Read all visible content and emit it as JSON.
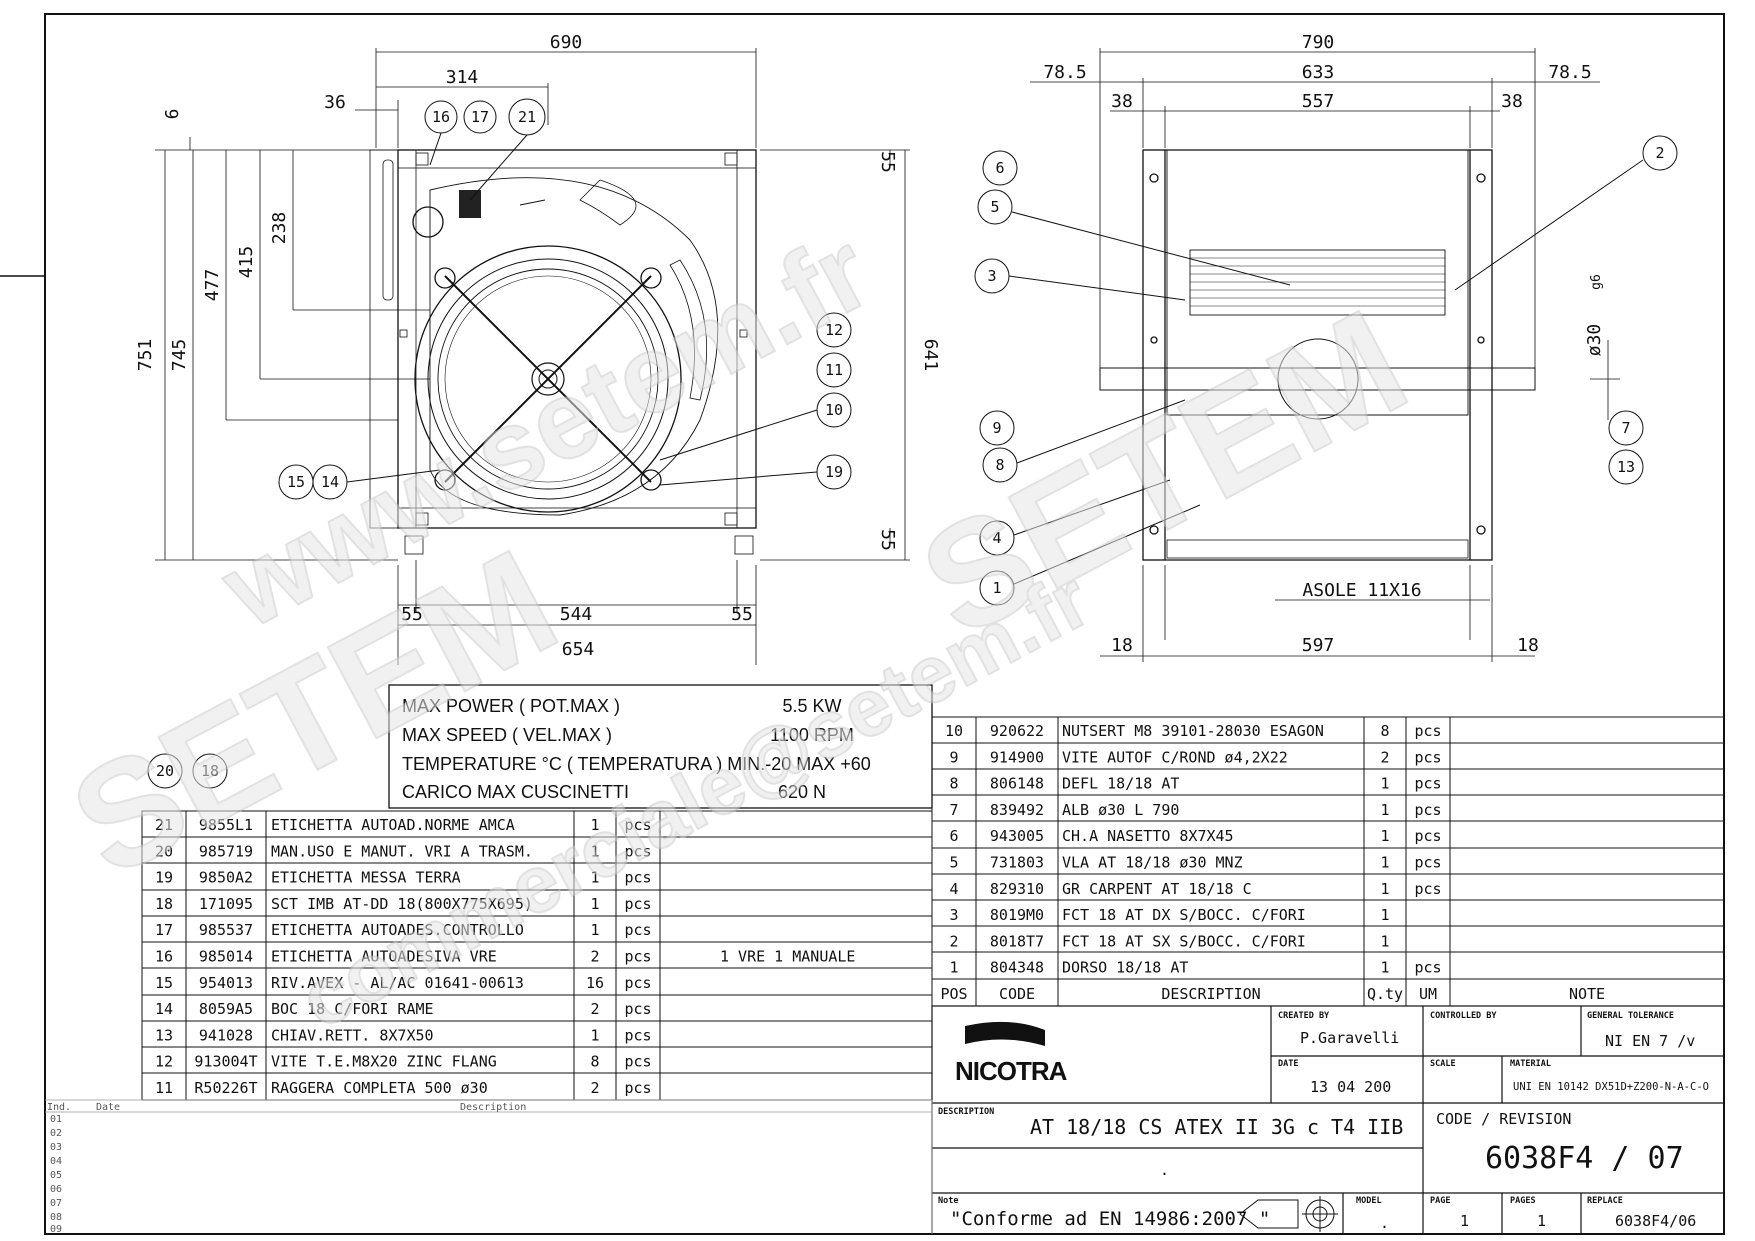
{
  "drawing": {
    "front_dims": {
      "width": "690",
      "half": "314",
      "offset": "36",
      "top": "6",
      "h_total": "751",
      "h_inner": "745",
      "h_477": "477",
      "h_415": "415",
      "h_238": "238",
      "frame_h": "641",
      "flange_top": "55",
      "flange_bottom": "55",
      "base_left": "55",
      "base_mid": "544",
      "base_right": "55",
      "base_total": "654"
    },
    "side_dims": {
      "width": "790",
      "left_off": "78.5",
      "mid": "633",
      "right_off": "78.5",
      "left_38": "38",
      "inner": "557",
      "right_38": "38",
      "bot_left": "18",
      "bot_mid": "597",
      "bot_right": "18",
      "shaft": "ø30",
      "tolerance": "g6",
      "asole": "ASOLE 11X16"
    },
    "balloons_front": [
      "16",
      "17",
      "21",
      "12",
      "11",
      "10",
      "19",
      "15",
      "14",
      "20",
      "18"
    ],
    "balloons_side": [
      "6",
      "5",
      "3",
      "9",
      "8",
      "4",
      "1",
      "2",
      "7",
      "13"
    ]
  },
  "specs": [
    {
      "label": "MAX POWER   ( POT.MAX )",
      "value": "5.5 KW"
    },
    {
      "label": "MAX SPEED     ( VEL.MAX )",
      "value": "1100 RPM"
    },
    {
      "label": "TEMPERATURE °C ( TEMPERATURA ) MIN.-20 MAX +60",
      "value": ""
    },
    {
      "label": "CARICO MAX CUSCINETTI",
      "value": "620 N"
    }
  ],
  "left_bom": [
    {
      "pos": "21",
      "code": "9855L1",
      "desc": "ETICHETTA AUTOAD.NORME AMCA",
      "qty": "1",
      "um": "pcs",
      "note": ""
    },
    {
      "pos": "20",
      "code": "985719",
      "desc": "MAN.USO E MANUT. VRI A TRASM.",
      "qty": "1",
      "um": "pcs",
      "note": ""
    },
    {
      "pos": "19",
      "code": "9850A2",
      "desc": "ETICHETTA MESSA TERRA",
      "qty": "1",
      "um": "pcs",
      "note": ""
    },
    {
      "pos": "18",
      "code": "171095",
      "desc": "SCT IMB AT-DD 18(800X775X695)",
      "qty": "1",
      "um": "pcs",
      "note": ""
    },
    {
      "pos": "17",
      "code": "985537",
      "desc": "ETICHETTA AUTOADES.CONTROLLO",
      "qty": "1",
      "um": "pcs",
      "note": ""
    },
    {
      "pos": "16",
      "code": "985014",
      "desc": "ETICHETTA AUTOADESIVA VRE",
      "qty": "2",
      "um": "pcs",
      "note": "1 VRE   1 MANUALE"
    },
    {
      "pos": "15",
      "code": "954013",
      "desc": "RIV.AVEX - AL/AC 01641-00613",
      "qty": "16",
      "um": "pcs",
      "note": ""
    },
    {
      "pos": "14",
      "code": "8059A5",
      "desc": "BOC 18 C/FORI RAME",
      "qty": "2",
      "um": "pcs",
      "note": ""
    },
    {
      "pos": "13",
      "code": "941028",
      "desc": "CHIAV.RETT. 8X7X50",
      "qty": "1",
      "um": "pcs",
      "note": ""
    },
    {
      "pos": "12",
      "code": "913004T",
      "desc": "VITE T.E.M8X20 ZINC FLANG",
      "qty": "8",
      "um": "pcs",
      "note": ""
    },
    {
      "pos": "11",
      "code": "R50226T",
      "desc": "RAGGERA COMPLETA 500 ø30",
      "qty": "2",
      "um": "pcs",
      "note": ""
    }
  ],
  "right_bom": [
    {
      "pos": "10",
      "code": "920622",
      "desc": "NUTSERT M8 39101-28030 ESAGON",
      "qty": "8",
      "um": "pcs",
      "note": ""
    },
    {
      "pos": "9",
      "code": "914900",
      "desc": "VITE AUTOF C/ROND ø4,2X22",
      "qty": "2",
      "um": "pcs",
      "note": ""
    },
    {
      "pos": "8",
      "code": "806148",
      "desc": "DEFL 18/18 AT",
      "qty": "1",
      "um": "pcs",
      "note": ""
    },
    {
      "pos": "7",
      "code": "839492",
      "desc": "ALB ø30 L 790",
      "qty": "1",
      "um": "pcs",
      "note": ""
    },
    {
      "pos": "6",
      "code": "943005",
      "desc": "CH.A NASETTO  8X7X45",
      "qty": "1",
      "um": "pcs",
      "note": ""
    },
    {
      "pos": "5",
      "code": "731803",
      "desc": "VLA AT 18/18 ø30 MNZ",
      "qty": "1",
      "um": "pcs",
      "note": ""
    },
    {
      "pos": "4",
      "code": "829310",
      "desc": "GR CARPENT AT 18/18 C",
      "qty": "1",
      "um": "pcs",
      "note": ""
    },
    {
      "pos": "3",
      "code": "8019M0",
      "desc": "FCT 18 AT DX S/BOCC. C/FORI",
      "qty": "1",
      "um": "",
      "note": ""
    },
    {
      "pos": "2",
      "code": "8018T7",
      "desc": "FCT 18 AT SX S/BOCC. C/FORI",
      "qty": "1",
      "um": "",
      "note": ""
    },
    {
      "pos": "1",
      "code": "804348",
      "desc": "DORSO 18/18 AT",
      "qty": "1",
      "um": "pcs",
      "note": ""
    }
  ],
  "bom_header": {
    "pos": "POS",
    "code": "CODE",
    "desc": "DESCRIPTION",
    "qty": "Q.ty",
    "um": "UM",
    "note": "NOTE"
  },
  "revisions": {
    "ind": "Ind.",
    "date": "Date",
    "description": "Description",
    "rows": [
      "01",
      "02",
      "03",
      "04",
      "05",
      "06",
      "07",
      "08",
      "09"
    ]
  },
  "title_block": {
    "logo": "NICOTRA",
    "created_by_label": "CREATED BY",
    "created_by": "P.Garavelli",
    "date_label": "DATE",
    "date": "13 04 200",
    "controlled_by_label": "CONTROLLED BY",
    "tolerance_label": "GENERAL TOLERANCE",
    "tolerance": "NI EN   7  /v",
    "scale_label": "SCALE",
    "material_label": "MATERIAL",
    "material": "UNI EN 10142 DX51D+Z200-N-A-C-O",
    "description_label": "DESCRIPTION",
    "description": "AT 18/18 CS   ATEX II 3G c T4 IIB",
    "description_line2": ".",
    "code_label": "CODE / REVISION",
    "code": "6038F4  /  07",
    "note_label": "Note",
    "note": "\"Conforme ad EN 14986:2007 \"",
    "model_label": "MODEL",
    "model": ".",
    "page_label": "PAGE",
    "page": "1",
    "pages_label": "PAGES",
    "pages": "1",
    "replace_label": "REPLACE",
    "replace": "6038F4/06"
  },
  "watermarks": [
    "www.setem.fr",
    "SETEM",
    "SETEM",
    "commerciale@setem.fr"
  ]
}
